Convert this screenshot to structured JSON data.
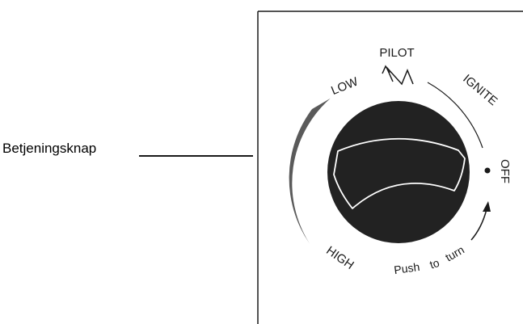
{
  "callout": {
    "label": "Betjeningsknap"
  },
  "dial": {
    "positions": {
      "low": "LOW",
      "pilot": "PILOT",
      "ignite": "IGNITE",
      "off": "OFF",
      "high": "HIGH"
    },
    "push_to_turn": {
      "word1": "Push",
      "word2": "to",
      "word3": "turn"
    },
    "icons": {
      "pilot": "spark-zigzag-icon",
      "off": "dot-icon",
      "direction": "curved-arrow-icon"
    }
  },
  "colors": {
    "knob": "#222222",
    "flame_band": "#5a5a5a",
    "line": "#1a1a1a",
    "background": "#ffffff"
  }
}
